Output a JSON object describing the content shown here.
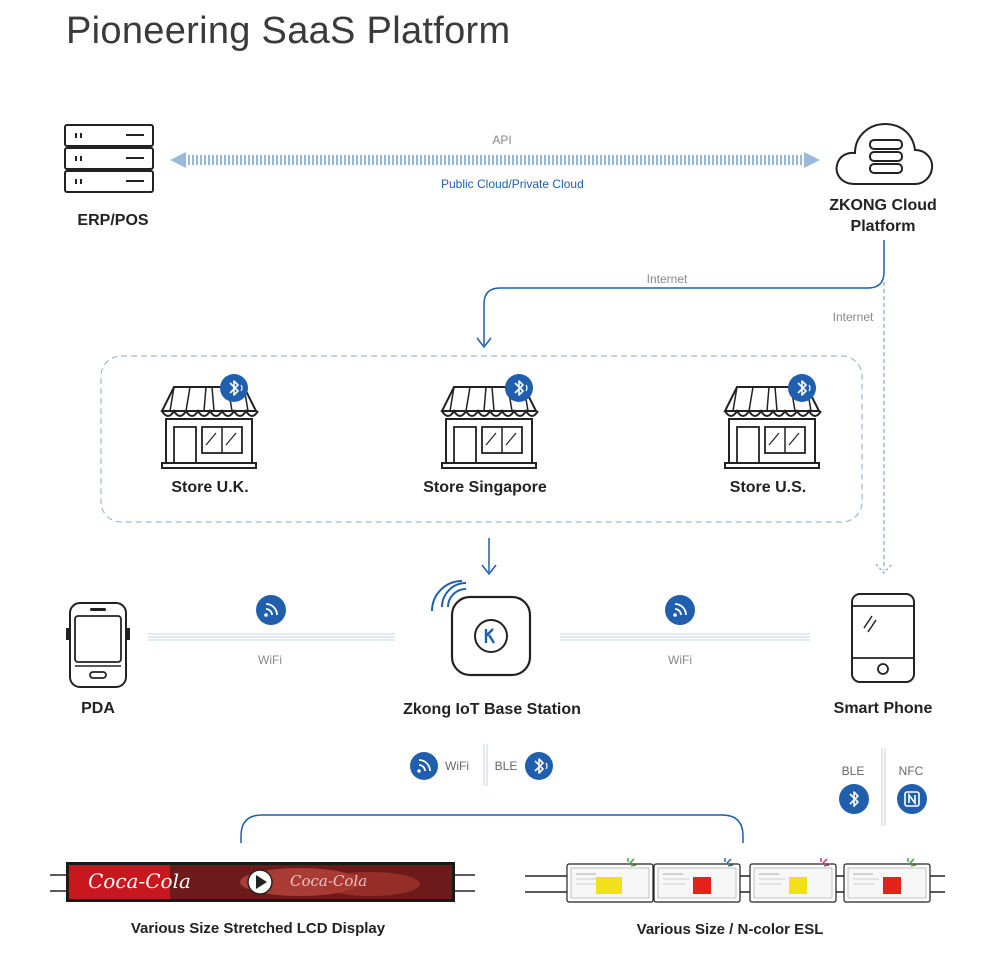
{
  "page": {
    "title": "Pioneering SaaS Platform"
  },
  "top": {
    "erp_label": "ERP/POS",
    "api_label": "API",
    "cloud_type_label": "Public Cloud/Private Cloud",
    "cloud_label_line1": "ZKONG Cloud",
    "cloud_label_line2": "Platform",
    "internet_label_1": "Internet",
    "internet_label_2": "Internet"
  },
  "stores": {
    "items": [
      {
        "label": "Store U.K."
      },
      {
        "label": "Store Singapore"
      },
      {
        "label": "Store U.S."
      }
    ]
  },
  "devices": {
    "pda_label": "PDA",
    "base_station_label": "Zkong IoT Base Station",
    "phone_label": "Smart Phone",
    "wifi_left": "WiFi",
    "wifi_right": "WiFi",
    "wifi_bottom": "WiFi",
    "ble_bottom": "BLE",
    "ble_phone": "BLE",
    "nfc_phone": "NFC"
  },
  "displays": {
    "lcd_label": "Various Size Stretched LCD Display",
    "esl_label": "Various Size / N-color ESL",
    "lcd_brand": "Coca-Cola",
    "lcd_brand_2": "Coca-Cola"
  },
  "colors": {
    "accent": "#1f5fae",
    "dotted_line": "#9ab9df",
    "yellow_tag": "#f2e01a",
    "red_tag": "#e3231b",
    "coke_red": "#c8171e"
  }
}
